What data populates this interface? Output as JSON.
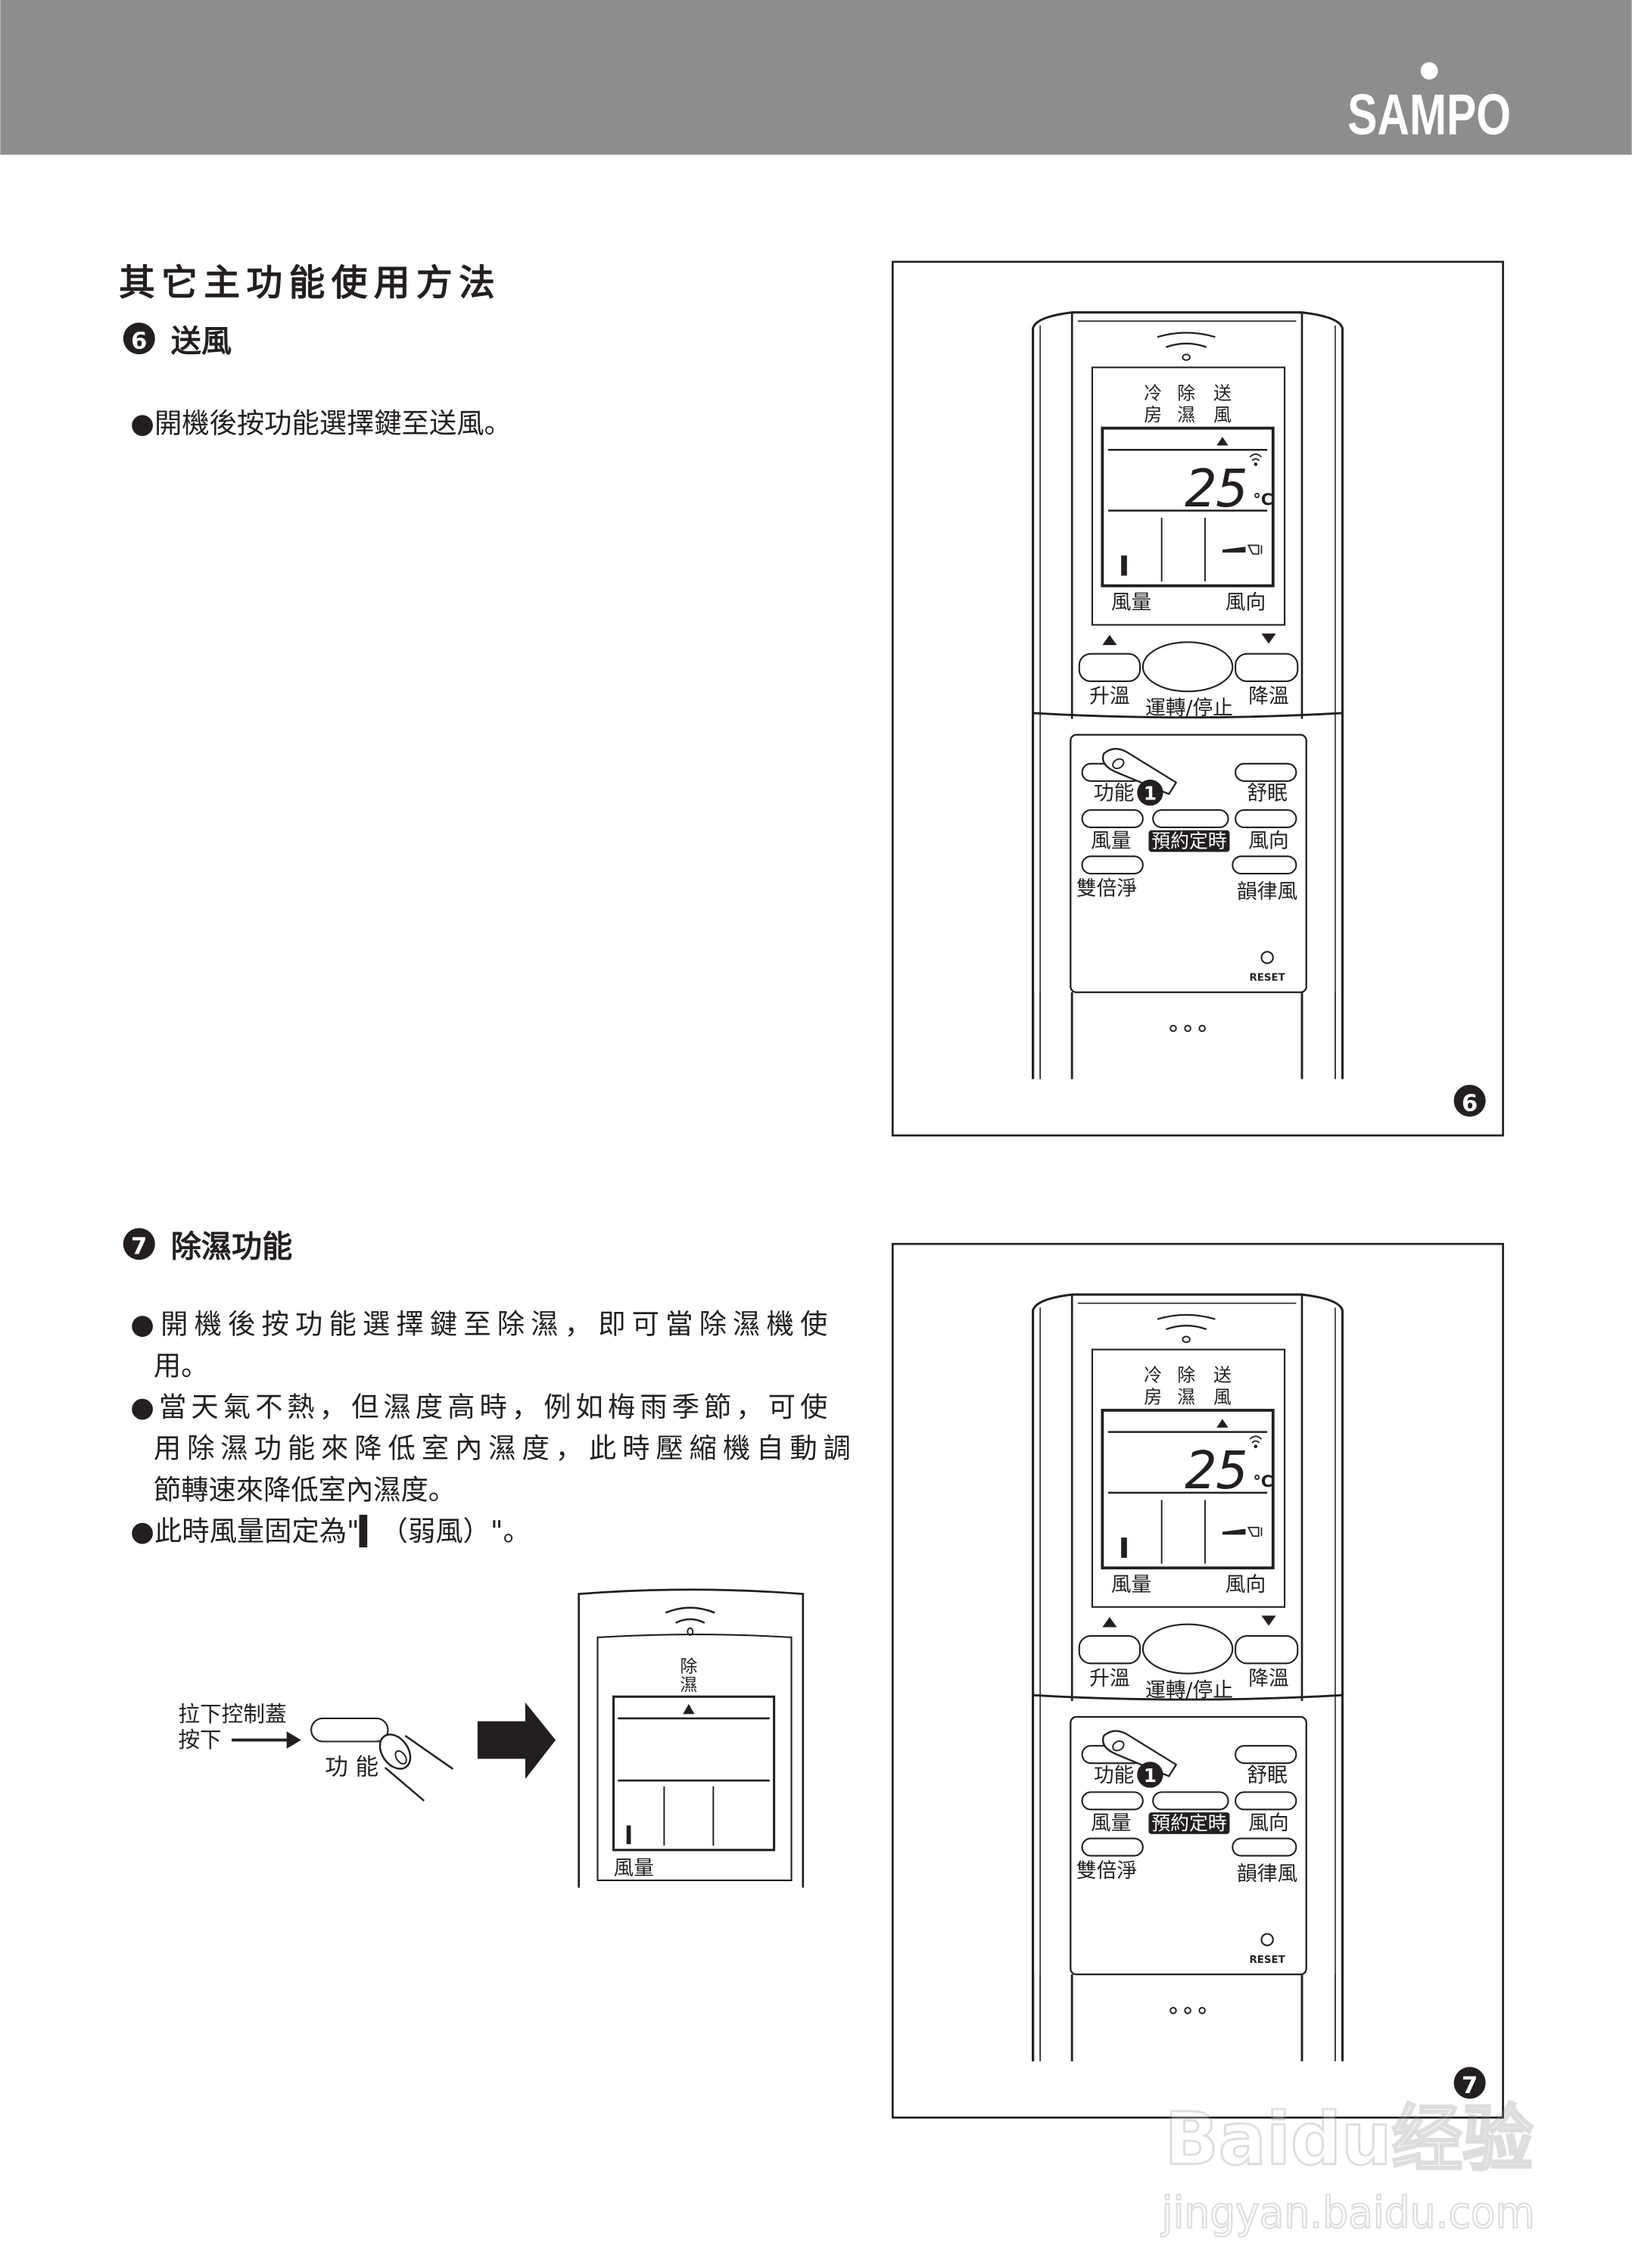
{
  "header": {
    "logo": "SAMPO",
    "bar_color": "#8e8c8d"
  },
  "page": {
    "title": "其它主功能使用方法"
  },
  "section6": {
    "badge": "6",
    "title": "送風",
    "bullets": [
      [
        "●開機後按功能選擇鍵至送風。"
      ]
    ]
  },
  "section7": {
    "badge": "7",
    "title": "除濕功能",
    "bullets": [
      [
        "●開機後按功能選擇鍵至除濕，即可當除濕機使",
        "用。"
      ],
      [
        "●當天氣不熱，但濕度高時，例如梅雨季節，可使",
        "用除濕功能來降低室內濕度，此時壓縮機自動調",
        "節轉速來降低室內濕度。"
      ],
      [
        "●此時風量固定為\"▍（弱風）\"。"
      ]
    ]
  },
  "remote": {
    "mode_labels": [
      [
        "冷",
        "房"
      ],
      [
        "除",
        "濕"
      ],
      [
        "送",
        "風"
      ]
    ],
    "temperature": "25",
    "unit": "°C",
    "fan_label": "風量",
    "direction_label": "風向",
    "up_label": "升溫",
    "power_label": "運轉/停止",
    "down_label": "降溫",
    "buttons": {
      "function": "功能",
      "sleep": "舒眠",
      "fan": "風量",
      "timer": "預約定時",
      "swing": "風向",
      "double_clean": "雙倍淨",
      "rhythm": "韻律風",
      "reset": "RESET"
    },
    "step_badge": "1",
    "fan_level": 1
  },
  "figures": [
    {
      "badge": "6"
    },
    {
      "badge": "7"
    }
  ],
  "diagram": {
    "cover_label": [
      "拉下控制蓋",
      "按下"
    ],
    "button_label": "功 能",
    "mode_label": [
      "除",
      "濕"
    ],
    "fan_label": "風量"
  },
  "watermark": {
    "brand": "Baidu经验",
    "url": "jingyan.baidu.com"
  }
}
